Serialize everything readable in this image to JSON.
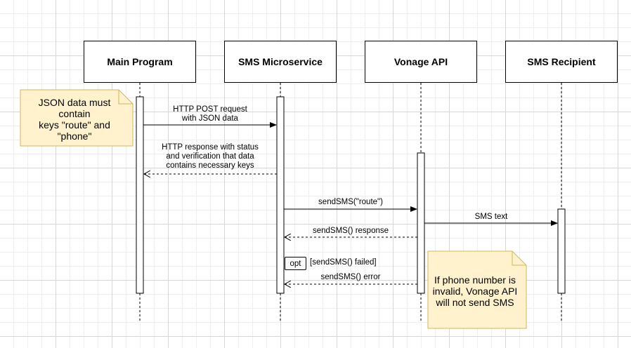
{
  "actors": [
    {
      "id": "main",
      "label": "Main Program"
    },
    {
      "id": "sms",
      "label": "SMS Microservice"
    },
    {
      "id": "vonage",
      "label": "Vonage API"
    },
    {
      "id": "recipient",
      "label": "SMS Recipient"
    }
  ],
  "messages": [
    {
      "id": "post",
      "line1": "HTTP POST request",
      "line2": "with JSON data",
      "line3": "",
      "style": "solid"
    },
    {
      "id": "http-response",
      "line1": "HTTP response with status",
      "line2": "and verification that data",
      "line3": "contains necessary keys",
      "style": "dashed"
    },
    {
      "id": "send-sms",
      "line1": "sendSMS(\"route\")",
      "line2": "",
      "line3": "",
      "style": "solid"
    },
    {
      "id": "sms-text",
      "line1": "SMS text",
      "line2": "",
      "line3": "",
      "style": "solid"
    },
    {
      "id": "send-response",
      "line1": "sendSMS() response",
      "line2": "",
      "line3": "",
      "style": "dashed"
    },
    {
      "id": "send-error",
      "line1": "sendSMS() error",
      "line2": "",
      "line3": "",
      "style": "dashed"
    }
  ],
  "notes": [
    {
      "id": "json-note",
      "line1": "JSON data must contain",
      "line2": "keys \"route\" and \"phone\"",
      "line3": ""
    },
    {
      "id": "phone-note",
      "line1": "If phone number is",
      "line2": "invalid, Vonage API",
      "line3": "will not send SMS"
    }
  ],
  "fragment": {
    "tag": "opt",
    "condition": "[sendSMS() failed]"
  },
  "colors": {
    "note_fill": "#fff2cc",
    "note_stroke": "#d6b656",
    "line": "#000000"
  }
}
